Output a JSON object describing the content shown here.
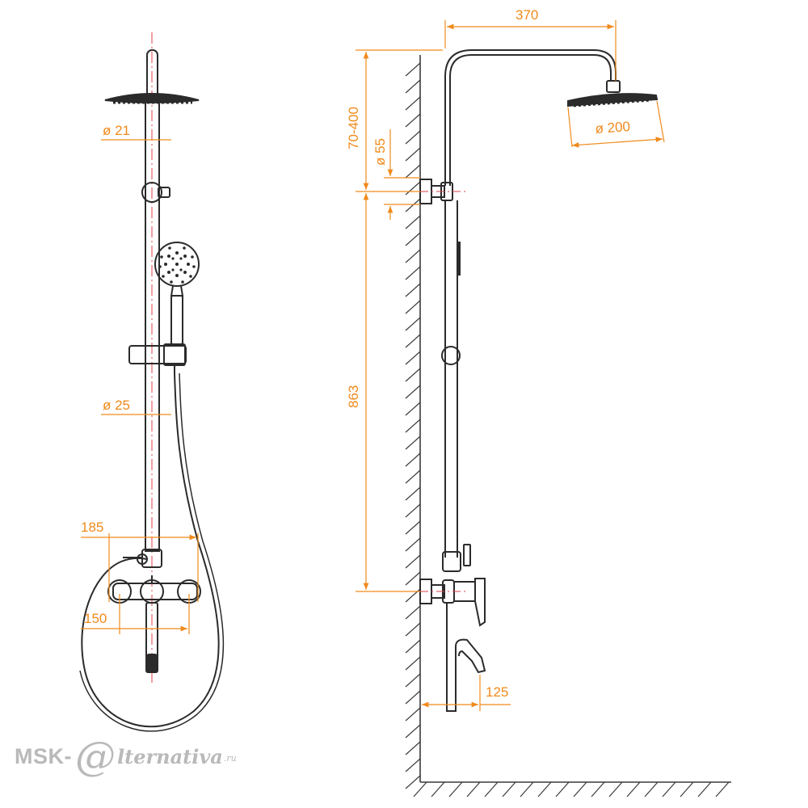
{
  "colors": {
    "line": "#2b2b2b",
    "dimension": "#f08a1c",
    "centerline": "#e2404a",
    "hatch": "#3a3a3a",
    "logo": "#b9b9b9"
  },
  "dimensions": {
    "width_top": "370",
    "head_diameter": "ø 200",
    "height_adjust": "70-400",
    "bracket_diameter": "ø 55",
    "total_height": "863",
    "spout_reach": "125",
    "pipe_upper": "ø 21",
    "pipe_lower": "ø 25",
    "mixer_width": "185",
    "mixer_spacing": "150"
  },
  "logo": {
    "main": "MSK-",
    "at": "@",
    "rest": "lternativa",
    "tld": ".ru"
  }
}
